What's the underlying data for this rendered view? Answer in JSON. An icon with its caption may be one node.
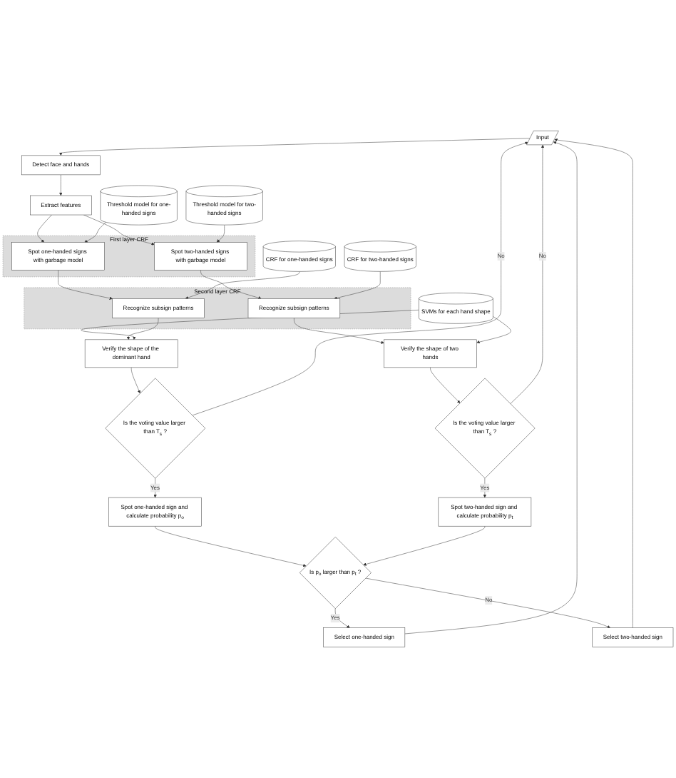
{
  "diagram": {
    "nodes": [
      {
        "text": [
          "Input"
        ]
      },
      {
        "text": [
          "Detect face and hands"
        ]
      },
      {
        "text": [
          "Extract features"
        ]
      },
      {
        "text": [
          "First layer CRF"
        ]
      },
      {
        "text": [
          "Spot one-handed signs with garbage model"
        ],
        "in": 3
      },
      {
        "text": [
          "Spot two-handed signs with garbage model"
        ],
        "in": 3
      },
      {
        "text": [
          "Threshold model for one-handed signs"
        ]
      },
      {
        "text": [
          "Threshold model for two-handed signs"
        ]
      },
      {
        "text": [
          "Second layer CRF"
        ]
      },
      {
        "text": [
          "Recognize subsign patterns"
        ],
        "in": 8
      },
      {
        "text": [
          "Recognize subsign patterns"
        ],
        "in": 8
      },
      {
        "text": [
          "CRF for one-handed signs"
        ]
      },
      {
        "text": [
          "CRF for two-handed signs"
        ]
      },
      {
        "text": [
          "Verify the shape of the dominant hand"
        ]
      },
      {
        "text": [
          "Verify the shape of two hands"
        ]
      },
      {
        "text": [
          "SVMs for each hand shape"
        ]
      },
      {
        "text": [
          "Is the voting value larger than T$_{s}$ ?"
        ]
      },
      {
        "text": [
          "Is the voting value larger than T$_{s}$ ?"
        ]
      },
      {
        "text": [
          "Spot one-handed sign and calculate probability p$_{o}$"
        ]
      },
      {
        "text": [
          "Spot two-handed sign and calculate probability p$_{t}$"
        ]
      },
      {
        "text": [
          "Is p$_{o}$ larger than p$_{t}$ ?"
        ]
      },
      {
        "text": [
          "Select one-handed sign"
        ]
      },
      {
        "text": [
          "Select two-handed sign"
        ]
      }
    ],
    "edges": [
      {
        "from": 0,
        "to": 1,
        "arrow": "to"
      },
      {
        "from": 1,
        "to": 2,
        "arrow": "to"
      },
      {
        "from": 2,
        "to": 4,
        "arrow": "to"
      },
      {
        "from": 2,
        "to": 5,
        "arrow": "to"
      },
      {
        "from": 6,
        "to": 4,
        "arrow": "to"
      },
      {
        "from": 7,
        "to": 5,
        "arrow": "to"
      },
      {
        "from": 4,
        "to": 9,
        "arrow": "to"
      },
      {
        "from": 5,
        "to": 10,
        "arrow": "to"
      },
      {
        "from": 11,
        "to": 9,
        "arrow": "to"
      },
      {
        "from": 12,
        "to": 10,
        "arrow": "to"
      },
      {
        "from": 9,
        "to": 13,
        "arrow": "to"
      },
      {
        "from": 10,
        "to": 14,
        "arrow": "to"
      },
      {
        "from": 15,
        "to": 13,
        "arrow": "to"
      },
      {
        "from": 15,
        "to": 14,
        "arrow": "to"
      },
      {
        "from": 13,
        "to": 16,
        "arrow": "to"
      },
      {
        "from": 14,
        "to": 17,
        "arrow": "to"
      },
      {
        "from": 16,
        "to": 18,
        "label": "Yes",
        "arrow": "to"
      },
      {
        "from": 17,
        "to": 19,
        "label": "Yes",
        "arrow": "to"
      },
      {
        "from": 16,
        "to": 0,
        "label": "No",
        "arrow": "to"
      },
      {
        "from": 17,
        "to": 0,
        "label": "No",
        "arrow": "to"
      },
      {
        "from": 18,
        "to": 20,
        "arrow": "to"
      },
      {
        "from": 19,
        "to": 20,
        "arrow": "to"
      },
      {
        "from": 20,
        "to": 21,
        "label": "Yes",
        "arrow": "to"
      },
      {
        "from": 20,
        "to": 22,
        "label": "No",
        "arrow": "to"
      },
      {
        "from": 21,
        "to": 0,
        "arrow": "to"
      },
      {
        "from": 22,
        "to": 0,
        "arrow": "to"
      }
    ]
  }
}
